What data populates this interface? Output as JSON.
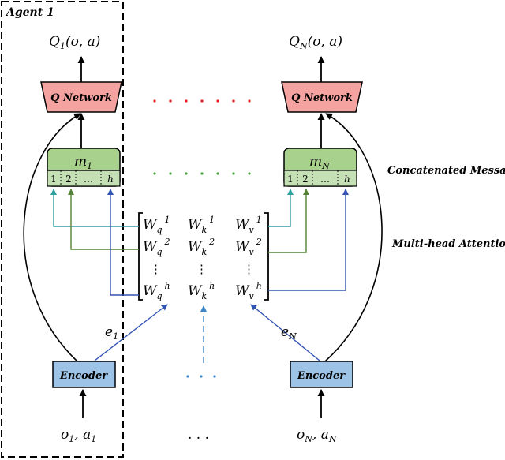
{
  "agent_label": "Agent 1",
  "q_outputs": {
    "left": "Q",
    "left_sub": "1",
    "right": "Q",
    "right_sub": "N",
    "args": "(o, a)"
  },
  "q_network_label": "Q Network",
  "message": {
    "left_name": "m",
    "left_sub": "1",
    "right_name": "m",
    "right_sub": "N",
    "slots": [
      "1",
      "2",
      "…",
      "h"
    ]
  },
  "side_labels": {
    "concatenated": "Concatenated Message",
    "attention": "Multi-head Attention"
  },
  "weights": {
    "rows": [
      {
        "q": "W",
        "q_sub": "q",
        "q_sup": "1",
        "k": "W",
        "k_sub": "k",
        "k_sup": "1",
        "v": "W",
        "v_sub": "v",
        "v_sup": "1"
      },
      {
        "q": "W",
        "q_sub": "q",
        "q_sup": "2",
        "k": "W",
        "k_sub": "k",
        "k_sup": "2",
        "v": "W",
        "v_sub": "v",
        "v_sup": "2"
      },
      {
        "q": "W",
        "q_sub": "q",
        "q_sup": "h",
        "k": "W",
        "k_sub": "k",
        "k_sup": "h",
        "v": "W",
        "v_sub": "v",
        "v_sup": "h"
      }
    ],
    "vdots": "⋮"
  },
  "embeddings": {
    "left": "e",
    "left_sub": "1",
    "right": "e",
    "right_sub": "N"
  },
  "encoder_label": "Encoder",
  "inputs": {
    "left_o": "o",
    "left_o_sub": "1",
    "left_a": "a",
    "left_a_sub": "1",
    "right_o": "o",
    "right_o_sub": "N",
    "right_a": "a",
    "right_a_sub": "N",
    "ellipsis": ". . ."
  },
  "colors": {
    "q_network_fill": "#f4a3a0",
    "message_fill": "#a9d18e",
    "message_slot_fill": "#c5e0b4",
    "encoder_fill": "#9dc3e6",
    "teal_line": "#2f9e9e",
    "green_line": "#548235",
    "blue_line": "#3454b4",
    "dot_red": "#e02020",
    "dot_green": "#4aa040",
    "dot_blue": "#3a86c8"
  }
}
